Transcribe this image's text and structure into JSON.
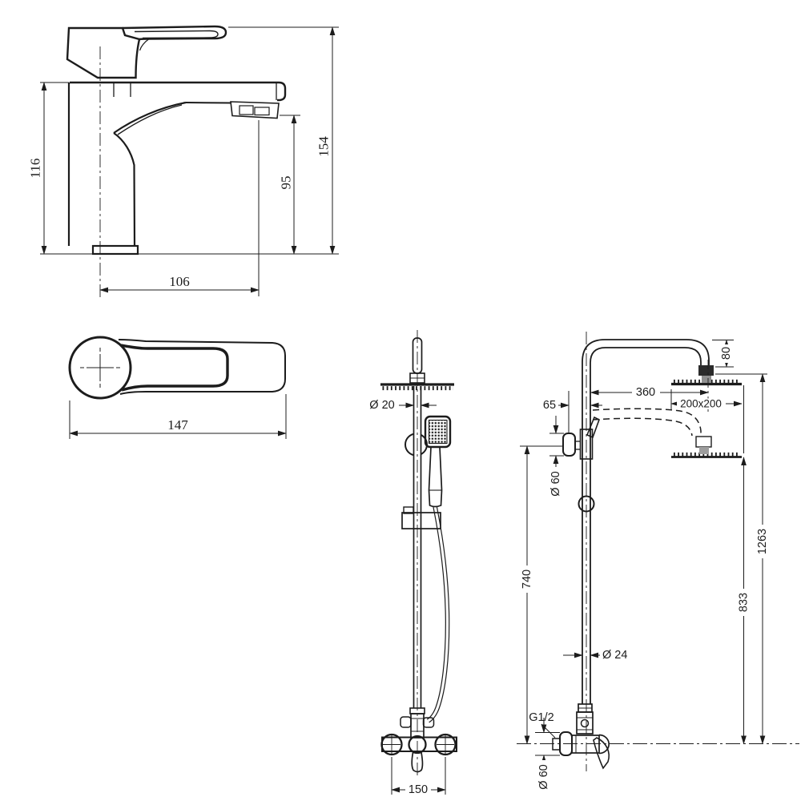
{
  "dims": {
    "faucet_total_height": "154",
    "faucet_body_height": "116",
    "faucet_spout_height": "95",
    "faucet_spout_reach": "106",
    "faucet_top_length": "147",
    "front_pipe_diameter": "Ø 20",
    "front_inlet_spacing": "150",
    "side_head_drop": "80",
    "side_arm_reach": "360",
    "side_head_size": "200x200",
    "side_wall_offset": "65",
    "side_bracket_flange_diameter": "Ø 60",
    "side_bracket_height": "740",
    "side_height_low": "833",
    "side_height_high": "1263",
    "side_pipe_diameter": "Ø 24",
    "side_thread": "G1/2",
    "side_mixer_flange_diameter": "Ø 60"
  }
}
